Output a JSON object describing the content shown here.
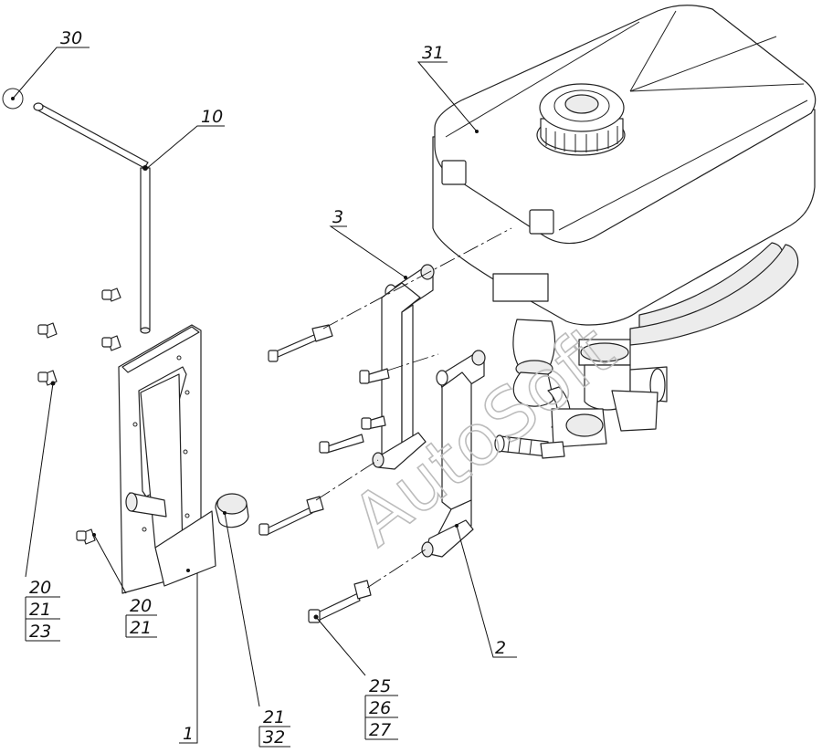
{
  "watermark": "AutoSoft",
  "callouts": {
    "c30": "30",
    "c10": "10",
    "c31": "31",
    "c3": "3",
    "c2": "2",
    "c1": "1",
    "c20a": "20",
    "c21a": "21",
    "c23": "23",
    "c20b": "20",
    "c21b": "21",
    "c21c": "21",
    "c32": "32",
    "c25": "25",
    "c26": "26",
    "c27": "27"
  }
}
